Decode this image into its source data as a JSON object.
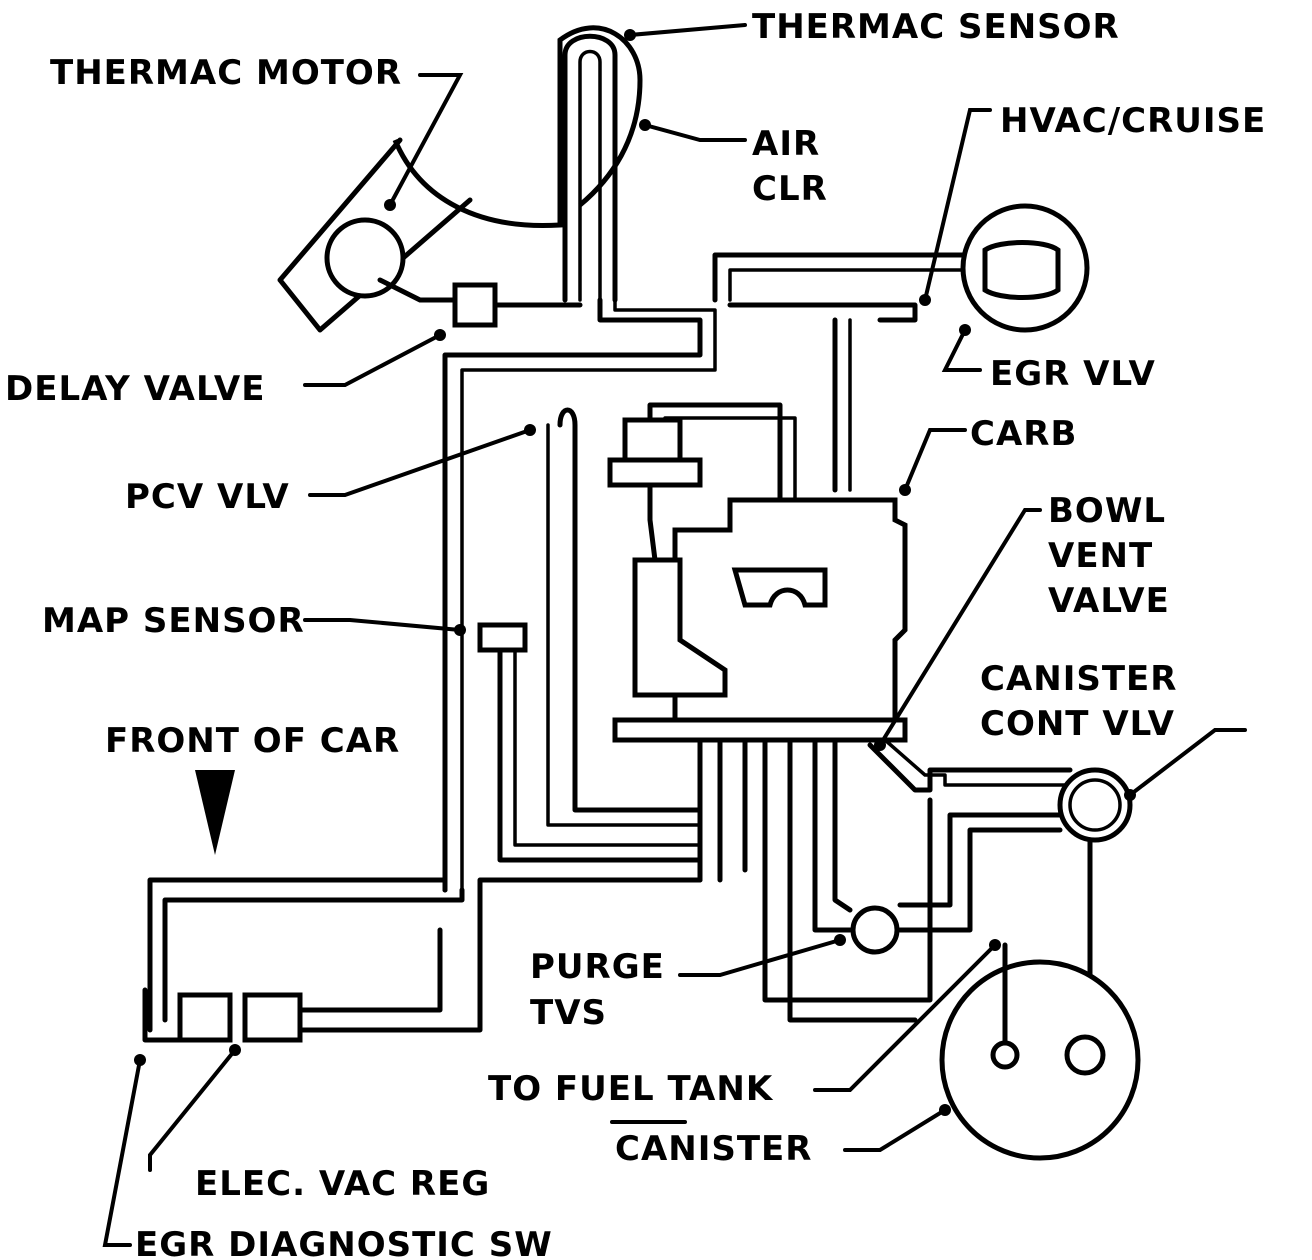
{
  "labels": {
    "thermac_sensor": "THERMAC SENSOR",
    "thermac_motor": "THERMAC MOTOR",
    "air_clr_line1": "AIR",
    "air_clr_line2": "CLR",
    "hvac_cruise": "HVAC/CRUISE",
    "egr_vlv": "EGR VLV",
    "delay_valve": "DELAY VALVE",
    "carb": "CARB",
    "pcv_vlv": "PCV VLV",
    "bowl_vent_line1": "BOWL",
    "bowl_vent_line2": "VENT",
    "bowl_vent_line3": "VALVE",
    "map_sensor": "MAP SENSOR",
    "canister_cont_line1": "CANISTER",
    "canister_cont_line2": "CONT VLV",
    "front_of_car": "FRONT OF CAR",
    "purge_tvs_line1": "PURGE",
    "purge_tvs_line2": "TVS",
    "to_fuel_tank": "TO FUEL TANK",
    "canister": "CANISTER",
    "elec_vac_reg": "ELEC. VAC REG",
    "egr_diagnostic_sw": "EGR DIAGNOSTIC SW"
  }
}
